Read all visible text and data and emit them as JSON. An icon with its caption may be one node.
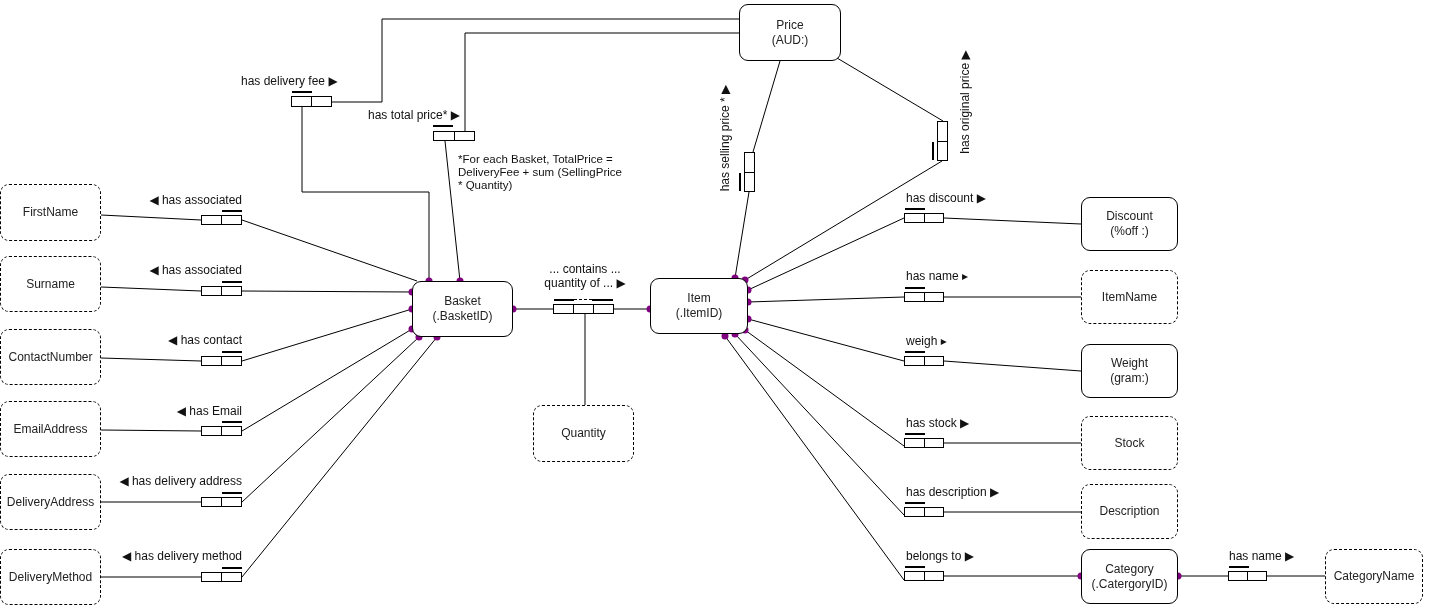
{
  "diagram": {
    "nodes": [
      {
        "text": [
          "Price",
          "(AUD:)"
        ]
      },
      {
        "text": [],
        "shape": "box",
        "beside": [
          "has delivery fee ▶"
        ]
      },
      {
        "text": [],
        "shape": "box",
        "beside": [
          "has total price* ▶"
        ]
      },
      {
        "text": [],
        "shape": "box",
        "beside": [
          "has selling price * ▶"
        ]
      },
      {
        "text": [],
        "shape": "box",
        "beside": [
          "has original price ▶"
        ]
      },
      {
        "text": [
          "FirstName"
        ]
      },
      {
        "text": [],
        "shape": "box",
        "beside": [
          "◀ has associated"
        ]
      },
      {
        "text": [
          "Surname"
        ]
      },
      {
        "text": [],
        "shape": "box",
        "beside": [
          "◀ has associated"
        ]
      },
      {
        "text": [
          "ContactNumber"
        ]
      },
      {
        "text": [],
        "shape": "box",
        "beside": [
          "◀ has contact"
        ]
      },
      {
        "text": [
          "EmailAddress"
        ]
      },
      {
        "text": [],
        "shape": "box",
        "beside": [
          "◀ has Email"
        ]
      },
      {
        "text": [
          "DeliveryAddress"
        ]
      },
      {
        "text": [],
        "shape": "box",
        "beside": [
          "◀ has delivery address"
        ]
      },
      {
        "text": [
          "DeliveryMethod"
        ]
      },
      {
        "text": [],
        "shape": "box",
        "beside": [
          "◀ has delivery method"
        ]
      },
      {
        "text": [
          "Basket",
          "(.BasketID)"
        ]
      },
      {
        "text": [],
        "shape": "box",
        "beside": [
          "... contains ... quantity of ... ▶"
        ]
      },
      {
        "text": [
          "Quantity"
        ]
      },
      {
        "text": [
          "Item",
          "(.ItemID)"
        ]
      },
      {
        "text": [],
        "shape": "box",
        "beside": [
          "has discount ▶"
        ]
      },
      {
        "text": [
          "Discount",
          "(%off :)"
        ]
      },
      {
        "text": [],
        "shape": "box",
        "beside": [
          "has name ▸"
        ]
      },
      {
        "text": [
          "ItemName"
        ]
      },
      {
        "text": [],
        "shape": "box",
        "beside": [
          "weigh ▸"
        ]
      },
      {
        "text": [
          "Weight",
          "(gram:)"
        ]
      },
      {
        "text": [],
        "shape": "box",
        "beside": [
          "has stock ▶"
        ]
      },
      {
        "text": [
          "Stock"
        ]
      },
      {
        "text": [],
        "shape": "box",
        "beside": [
          "has description ▶"
        ]
      },
      {
        "text": [
          "Description"
        ]
      },
      {
        "text": [],
        "shape": "box",
        "beside": [
          "belongs to ▶"
        ]
      },
      {
        "text": [
          "Category",
          "(.CatergoryID)"
        ]
      },
      {
        "text": [],
        "shape": "box",
        "beside": [
          "has name ▶"
        ]
      },
      {
        "text": [
          "CategoryName"
        ]
      }
    ],
    "edges": [
      {
        "from": 17,
        "to": 1,
        "arrow": "other"
      },
      {
        "from": 1,
        "to": 0,
        "arrow": "none"
      },
      {
        "from": 17,
        "to": 2,
        "arrow": "other"
      },
      {
        "from": 2,
        "to": 0,
        "arrow": "none"
      },
      {
        "from": 20,
        "to": 3,
        "arrow": "other"
      },
      {
        "from": 3,
        "to": 0,
        "arrow": "none"
      },
      {
        "from": 20,
        "to": 4,
        "arrow": "other"
      },
      {
        "from": 4,
        "to": 0,
        "arrow": "none"
      },
      {
        "from": 17,
        "to": 6,
        "arrow": "none"
      },
      {
        "from": 6,
        "to": 5,
        "arrow": "none"
      },
      {
        "from": 17,
        "to": 8,
        "arrow": "other"
      },
      {
        "from": 8,
        "to": 7,
        "arrow": "none"
      },
      {
        "from": 17,
        "to": 10,
        "arrow": "other"
      },
      {
        "from": 10,
        "to": 9,
        "arrow": "none"
      },
      {
        "from": 17,
        "to": 12,
        "arrow": "other"
      },
      {
        "from": 12,
        "to": 11,
        "arrow": "none"
      },
      {
        "from": 17,
        "to": 14,
        "arrow": "other"
      },
      {
        "from": 14,
        "to": 13,
        "arrow": "none"
      },
      {
        "from": 17,
        "to": 16,
        "arrow": "other"
      },
      {
        "from": 16,
        "to": 15,
        "arrow": "none"
      },
      {
        "from": 17,
        "to": 18,
        "arrow": "other"
      },
      {
        "from": 20,
        "to": 18,
        "arrow": "other"
      },
      {
        "from": 18,
        "to": 19,
        "arrow": "none"
      },
      {
        "from": 20,
        "to": 21,
        "arrow": "other"
      },
      {
        "from": 21,
        "to": 22,
        "arrow": "none"
      },
      {
        "from": 20,
        "to": 23,
        "arrow": "other"
      },
      {
        "from": 23,
        "to": 24,
        "arrow": "none"
      },
      {
        "from": 20,
        "to": 25,
        "arrow": "other"
      },
      {
        "from": 25,
        "to": 26,
        "arrow": "none"
      },
      {
        "from": 20,
        "to": 27,
        "arrow": "other"
      },
      {
        "from": 27,
        "to": 28,
        "arrow": "none"
      },
      {
        "from": 20,
        "to": 29,
        "arrow": "other"
      },
      {
        "from": 29,
        "to": 30,
        "arrow": "none"
      },
      {
        "from": 20,
        "to": 31,
        "arrow": "other"
      },
      {
        "from": 32,
        "to": 31,
        "arrow": "other"
      },
      {
        "from": 32,
        "to": 33,
        "arrow": "other"
      },
      {
        "from": 33,
        "to": 34,
        "arrow": "none"
      }
    ],
    "labels": [
      "*For each Basket, TotalPrice = DeliveryFee + sum (SellingPrice * Quantity)"
    ]
  }
}
